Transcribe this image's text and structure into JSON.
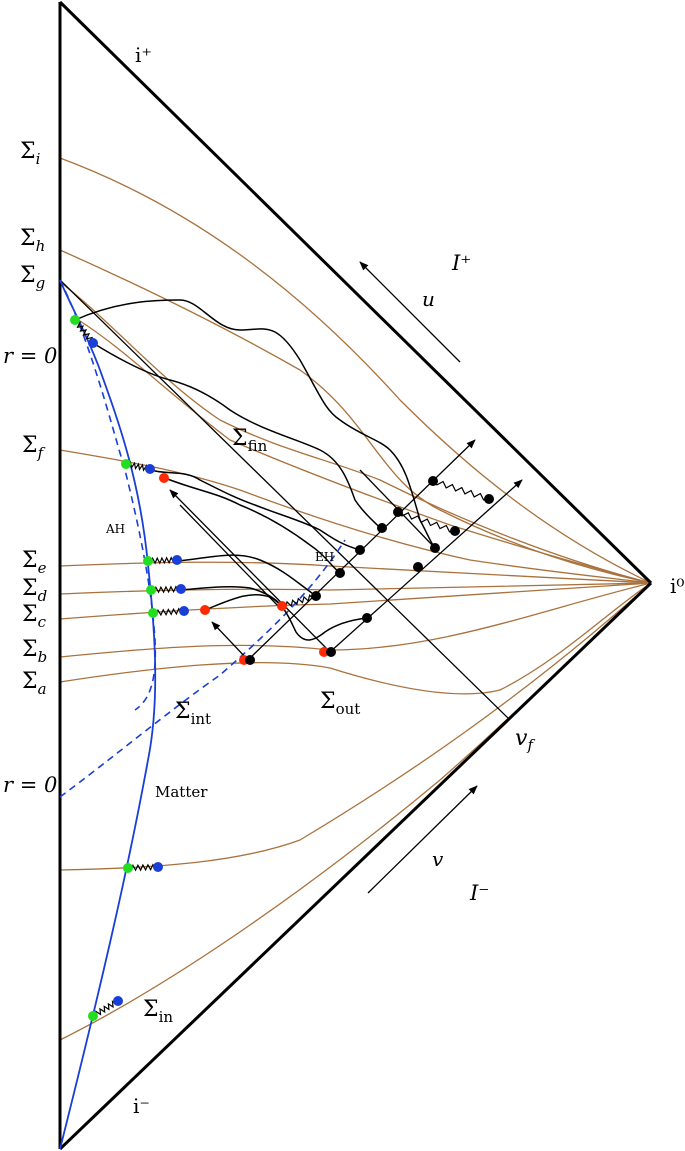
{
  "labels": {
    "i_plus": "i⁺",
    "i_minus": "i⁻",
    "i_zero": "i⁰",
    "scri_plus": "I⁺",
    "scri_minus": "I⁻",
    "u": "u",
    "v": "v",
    "v_f": "v",
    "v_f_sub": "f",
    "r0_top": "r = 0",
    "r0_bottom": "r = 0",
    "matter": "Matter",
    "ah": "AH",
    "eh": "EH",
    "sigma": "Σ",
    "sigma_subs": {
      "i": "i",
      "h": "h",
      "g": "g",
      "f": "f",
      "e": "e",
      "d": "d",
      "c": "c",
      "b": "b",
      "a": "a",
      "fin": "fin",
      "int": "int",
      "out": "out",
      "in": "in"
    }
  },
  "colors": {
    "slice": "#a9723d",
    "matter_curve": "#1a3fd6",
    "green_dot": "#22dd22",
    "blue_dot": "#1a3fd6",
    "red_dot": "#ff2a00",
    "black_dot": "#000000"
  }
}
